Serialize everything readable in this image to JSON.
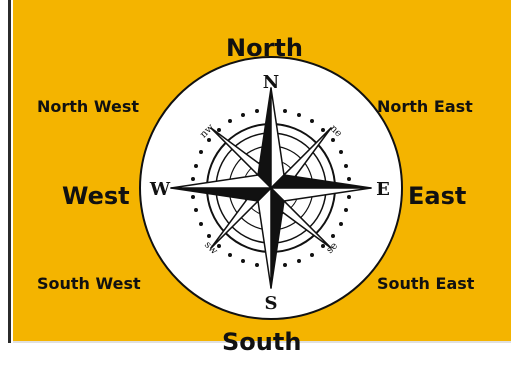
{
  "labels": {
    "north": "North",
    "south": "South",
    "east": "East",
    "west": "West",
    "north_west": "North West",
    "north_east": "North East",
    "south_west": "South West",
    "south_east": "South East"
  },
  "rose": {
    "n": "N",
    "s": "S",
    "e": "E",
    "w": "W",
    "nw": "nw",
    "ne": "ne",
    "sw": "sw",
    "se": "se"
  },
  "colors": {
    "background": "#f4b400",
    "dial": "#ffffff",
    "ink": "#111111"
  }
}
